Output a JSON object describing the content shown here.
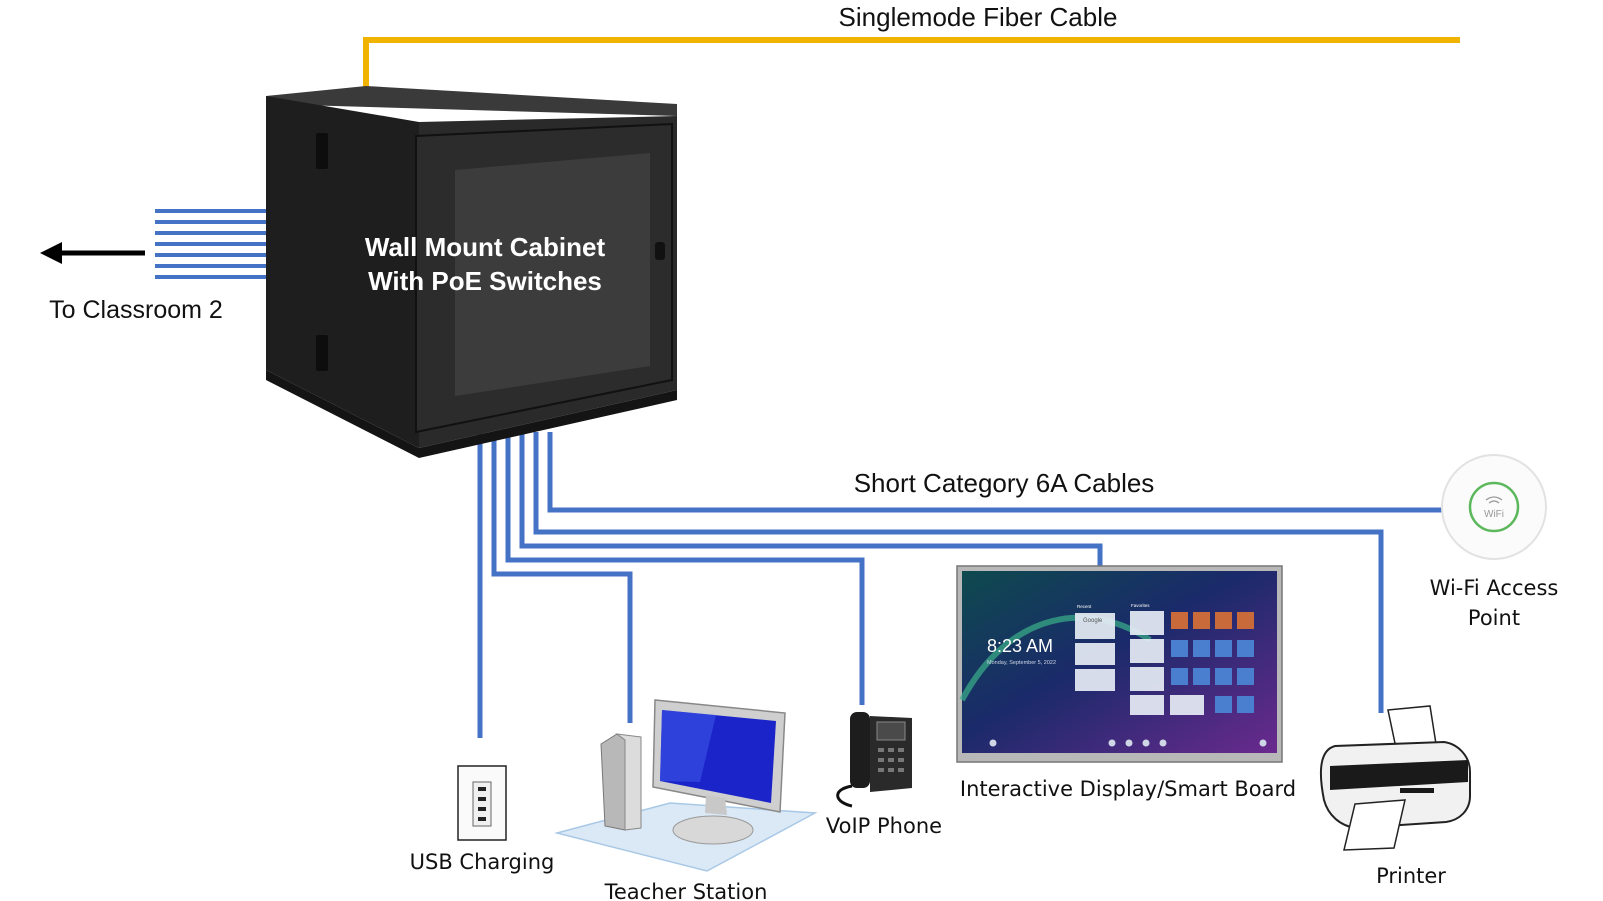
{
  "labels": {
    "fiber": "Singlemode Fiber Cable",
    "cat6a": "Short Category 6A Cables",
    "classroom": "To Classroom 2",
    "cabinet_line1": "Wall Mount Cabinet",
    "cabinet_line2": "With PoE Switches",
    "usb": "USB Charging",
    "teacher": "Teacher Station",
    "voip": "VoIP Phone",
    "display": "Interactive Display/Smart Board",
    "wifi_line1": "Wi-Fi Access",
    "wifi_line2": "Point",
    "printer": "Printer"
  },
  "screen": {
    "time": "8:23 AM",
    "date": "Monday, September 5, 2022",
    "recent": "Recent",
    "favorites": "Favorites",
    "google": "Google"
  },
  "wifi_badge": "WiFi",
  "colors": {
    "fiber": "#f0b400",
    "cat6a": "#4472c4",
    "cabinet": "#2b2b2b",
    "wifi_ring": "#5cb85c"
  }
}
